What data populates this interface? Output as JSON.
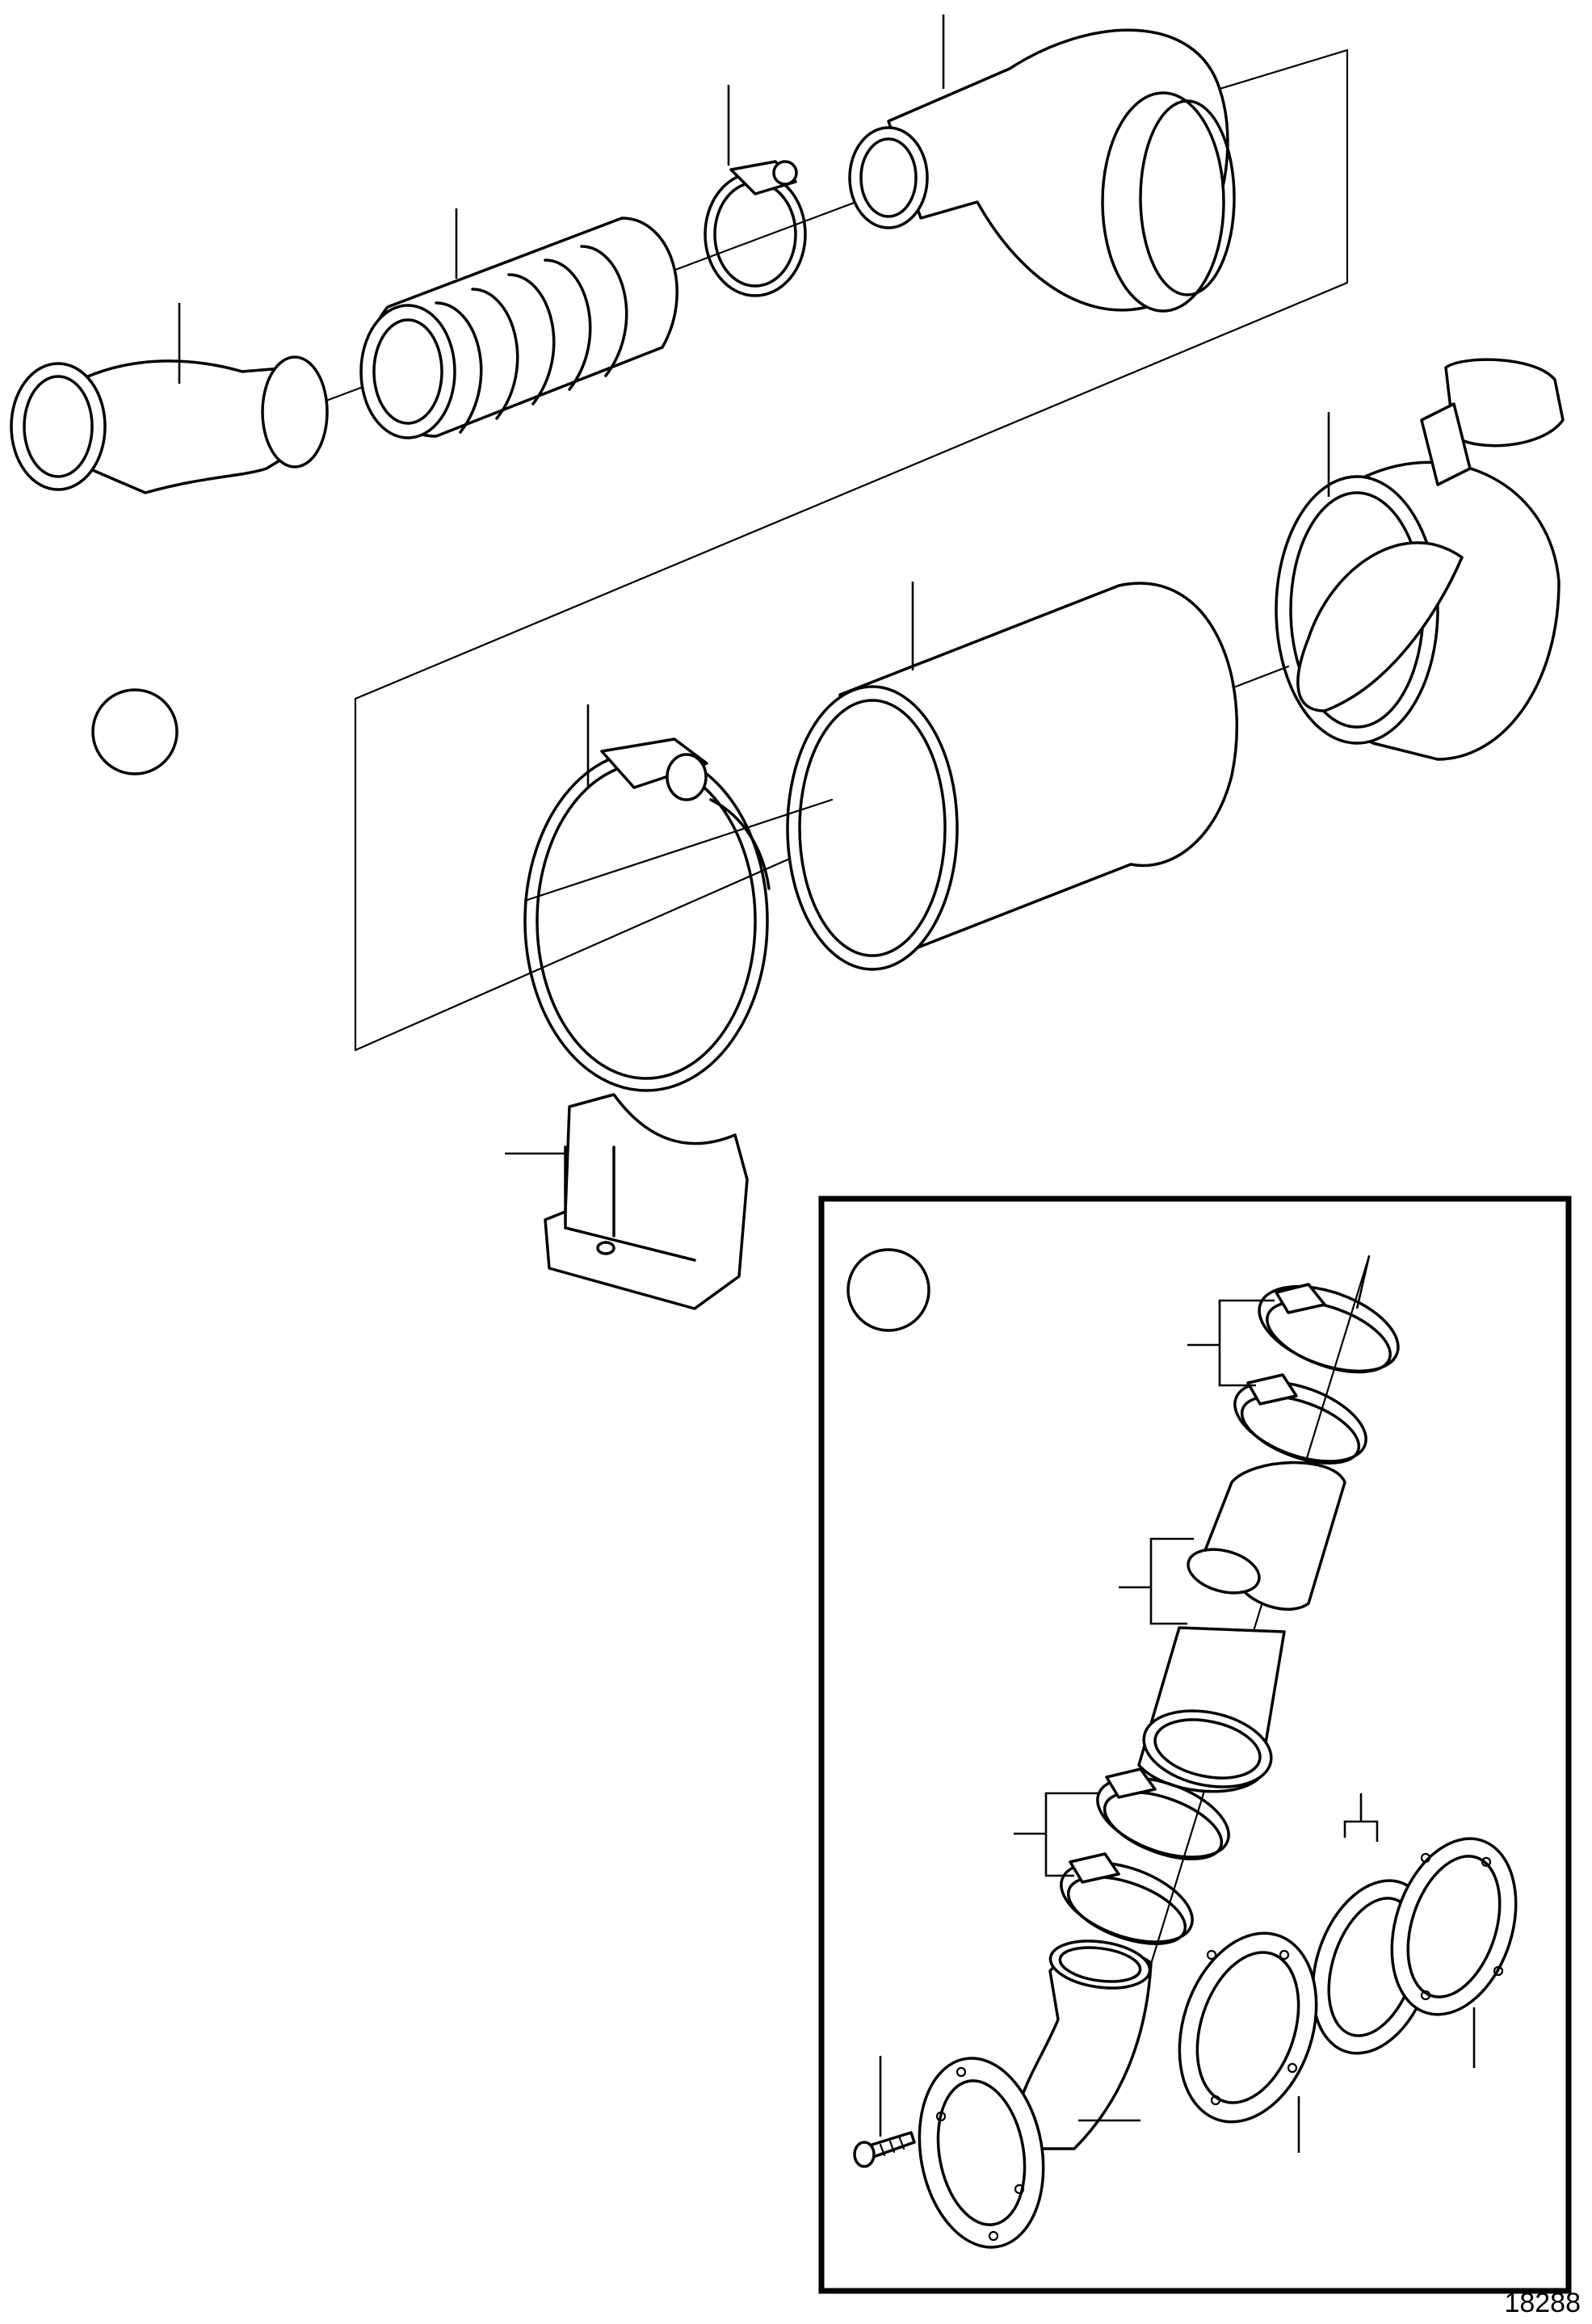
{
  "figure": {
    "number": "18288"
  },
  "views": [
    {
      "id": "main-view",
      "marker": "circle"
    },
    {
      "id": "inset-view",
      "marker": "circle"
    }
  ],
  "parts": [
    "elbow-hose",
    "bellows-hose",
    "small-hose-clamp",
    "silencer-inlet-cover",
    "silencer-outlet-cover",
    "silencer-body",
    "large-hose-clamp",
    "support-bracket",
    "inset-hose-clamp-pair-upper",
    "inset-hose-pair",
    "inset-hose-clamp-pair-lower",
    "inset-gasket-pair",
    "inset-flange",
    "inset-exhaust-elbow",
    "inset-screw"
  ]
}
